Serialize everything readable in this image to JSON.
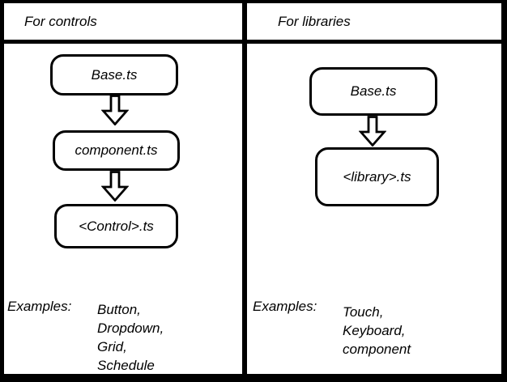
{
  "colors": {
    "line": "#000000",
    "background": "#ffffff"
  },
  "panels": [
    {
      "header": "For controls",
      "flow": [
        "Base.ts",
        "component.ts",
        "<Control>.ts"
      ],
      "examples_label": "Examples:",
      "examples": [
        "Button,",
        "Dropdown,",
        "Grid,",
        "Schedule"
      ]
    },
    {
      "header": "For libraries",
      "flow": [
        "Base.ts",
        "<library>.ts"
      ],
      "examples_label": "Examples:",
      "examples": [
        "Touch,",
        "Keyboard,",
        "component"
      ]
    }
  ]
}
